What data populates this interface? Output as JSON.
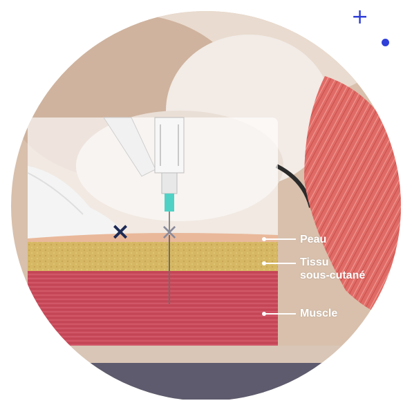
{
  "illustration": {
    "labels": {
      "peau": "Peau",
      "tissu_line1": "Tissu",
      "tissu_line2": "sous-cutané",
      "muscle": "Muscle"
    },
    "markers": {
      "wrong": "×",
      "correct": "×"
    },
    "decor": {
      "plus": "+"
    },
    "colors": {
      "accent": "#2f3fd8",
      "skin": "#e9b89a",
      "fat": "#d8b968",
      "muscle": "#c94a5a",
      "marker_wrong": "#1d2a55"
    }
  }
}
